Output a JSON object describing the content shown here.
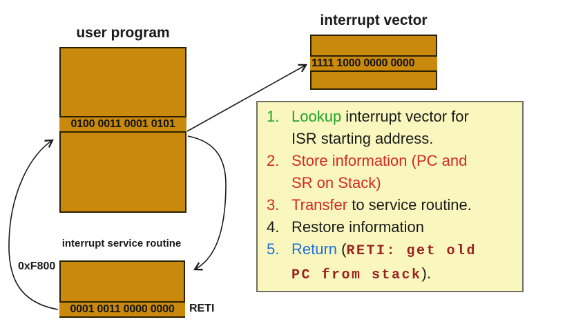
{
  "user_program": {
    "label": "user program",
    "cell_value": "0100 0011 0001 0101"
  },
  "interrupt_vector": {
    "label": "interrupt vector",
    "cell_value": "1111 1000 0000 0000"
  },
  "isr": {
    "label": "interrupt service routine",
    "address": "0xF800",
    "cell_value": "0001 0011 0000 0000",
    "reti_label": "RETI"
  },
  "steps": {
    "items": [
      {
        "number": "1.",
        "num_style": "green",
        "lines": [
          [
            {
              "t": "Lookup",
              "s": "green"
            },
            {
              "t": " interrupt vector for",
              "s": "black"
            }
          ],
          [
            {
              "t": "ISR starting address.",
              "s": "black"
            }
          ]
        ]
      },
      {
        "number": "2.",
        "num_style": "red",
        "lines": [
          [
            {
              "t": "Store information (PC and",
              "s": "red"
            }
          ],
          [
            {
              "t": "SR on Stack)",
              "s": "red"
            }
          ]
        ]
      },
      {
        "number": "3.",
        "num_style": "red",
        "lines": [
          [
            {
              "t": "Transfer",
              "s": "red"
            },
            {
              "t": " to service routine.",
              "s": "black"
            }
          ]
        ]
      },
      {
        "number": "4.",
        "num_style": "black",
        "lines": [
          [
            {
              "t": "Restore information",
              "s": "black"
            }
          ]
        ]
      },
      {
        "number": "5.",
        "num_style": "blue",
        "lines": [
          [
            {
              "t": "Return",
              "s": "blue"
            },
            {
              "t": " (",
              "s": "black"
            },
            {
              "t": "RETI: get old",
              "s": "darkred_mono"
            }
          ],
          [
            {
              "t": "PC from stack",
              "s": "darkred_mono"
            },
            {
              "t": ").",
              "s": "black"
            }
          ]
        ]
      }
    ]
  },
  "colors": {
    "canvas": "#ffffff",
    "gold": "#c8890c",
    "gold_border": "#2a2000",
    "panel_bg": "#faf7be",
    "panel_border": "#6e6e64",
    "ink": "#1a1a1a",
    "green": "#1ca32b",
    "red": "#d32828",
    "blue": "#1f6fde",
    "dark_red": "#9c2121",
    "arrow": "#1a1a1a"
  }
}
